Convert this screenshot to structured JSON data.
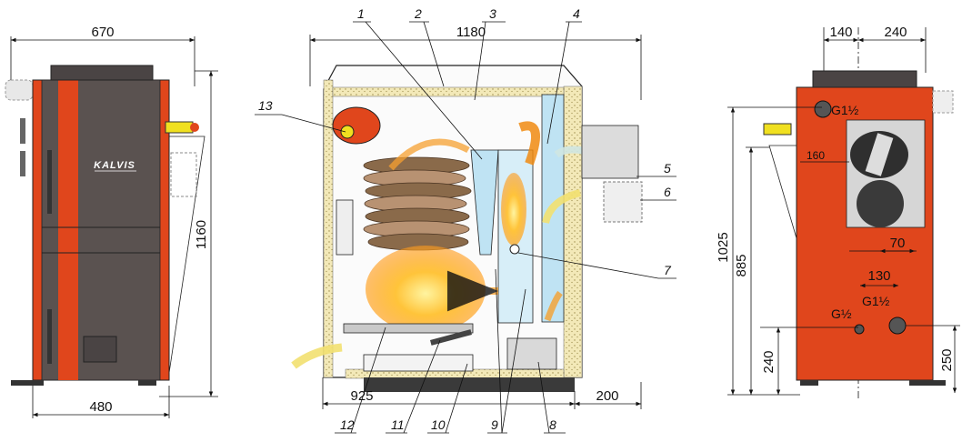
{
  "brand": "KALVIS",
  "front_view": {
    "width_top": "670",
    "height": "1160",
    "width_bottom": "480"
  },
  "section_view": {
    "width_top": "1180",
    "depth_left": "925",
    "depth_right": "200",
    "callouts": [
      "1",
      "2",
      "3",
      "4",
      "5",
      "6",
      "7",
      "8",
      "9",
      "10",
      "11",
      "12",
      "13"
    ]
  },
  "rear_view": {
    "dim_140": "140",
    "dim_240_top": "240",
    "pipe_top": "G1½",
    "flue_diameter": "160",
    "dim_70": "70",
    "dim_130": "130",
    "pipe_small": "G½",
    "pipe_right": "G1½",
    "height_1025": "1025",
    "height_885": "885",
    "height_240": "240",
    "height_250": "250"
  }
}
